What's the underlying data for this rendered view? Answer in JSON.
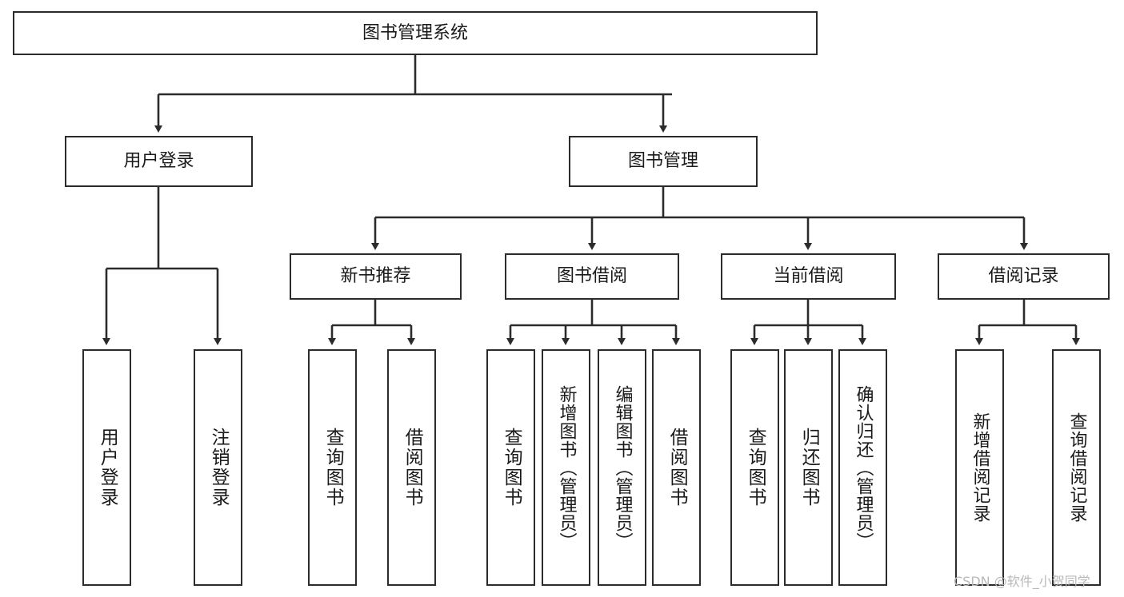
{
  "diagram": {
    "title": "图书管理系统",
    "type": "hierarchy-tree",
    "watermark": "CSDN @软件_小贺同学",
    "colors": {
      "box_border": "#2b2b2b",
      "box_fill": "#ffffff",
      "connector": "#2b2b2b",
      "text": "#1a1a1a",
      "watermark": "#b9b9b9",
      "background": "#ffffff"
    },
    "nodes": {
      "root": {
        "label": "图书管理系统",
        "level": 1
      },
      "l2": [
        {
          "id": "user-login",
          "label": "用户登录",
          "level": 2
        },
        {
          "id": "book-manage",
          "label": "图书管理",
          "level": 2
        }
      ],
      "l3": [
        {
          "id": "new-book-recommend",
          "label": "新书推荐",
          "level": 3
        },
        {
          "id": "book-borrow",
          "label": "图书借阅",
          "level": 3
        },
        {
          "id": "current-borrow",
          "label": "当前借阅",
          "level": 3
        },
        {
          "id": "borrow-record",
          "label": "借阅记录",
          "level": 3
        }
      ],
      "leaves": {
        "user-login": [
          {
            "id": "leaf-user-login",
            "label": "用户登录"
          },
          {
            "id": "leaf-logout",
            "label": "注销登录"
          }
        ],
        "new-book-recommend": [
          {
            "id": "leaf-query-book-1",
            "label": "查询图书"
          },
          {
            "id": "leaf-borrow-book-1",
            "label": "借阅图书"
          }
        ],
        "book-borrow": [
          {
            "id": "leaf-query-book-2",
            "label": "查询图书"
          },
          {
            "id": "leaf-add-book",
            "label": "新增图书（管理员）"
          },
          {
            "id": "leaf-edit-book",
            "label": "编辑图书（管理员）"
          },
          {
            "id": "leaf-borrow-book-2",
            "label": "借阅图书"
          }
        ],
        "current-borrow": [
          {
            "id": "leaf-query-book-3",
            "label": "查询图书"
          },
          {
            "id": "leaf-return-book",
            "label": "归还图书"
          },
          {
            "id": "leaf-confirm-return",
            "label": "确认归还（管理员）"
          }
        ],
        "borrow-record": [
          {
            "id": "leaf-add-record",
            "label": "新增借阅记录"
          },
          {
            "id": "leaf-query-record",
            "label": "查询借阅记录"
          }
        ]
      }
    }
  }
}
